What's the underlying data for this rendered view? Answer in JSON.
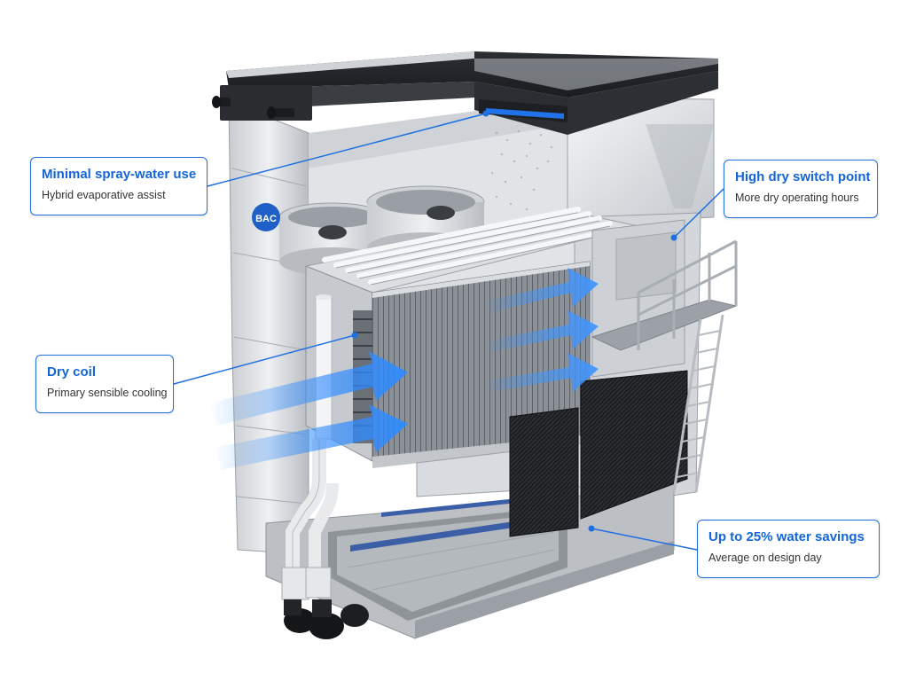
{
  "brand": {
    "logo_text": "BAC",
    "accent": "#1f6fe0",
    "title_color": "#1466d8"
  },
  "callouts": {
    "spray": {
      "title": "Minimal spray-water use",
      "subtitle": "Hybrid evaporative assist"
    },
    "dry_switch": {
      "title": "High dry switch point",
      "subtitle": "More dry operating hours"
    },
    "coil": {
      "title": "Dry coil",
      "subtitle": "Primary sensible cooling"
    },
    "water": {
      "title": "Up to 25% water savings",
      "subtitle": "Average on design day"
    }
  }
}
